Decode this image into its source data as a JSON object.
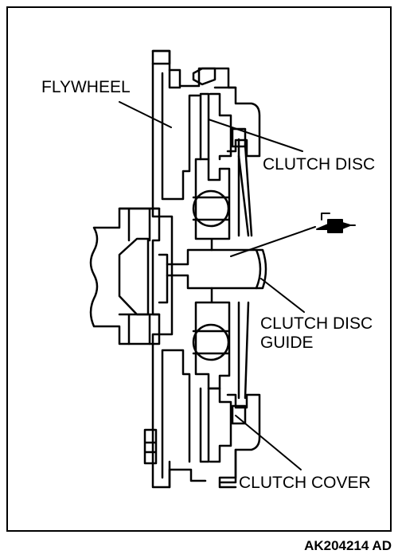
{
  "labels": {
    "flywheel": "FLYWHEEL",
    "clutch_disc": "CLUTCH DISC",
    "clutch_disc_guide_line1": "CLUTCH DISC",
    "clutch_disc_guide_line2": "GUIDE",
    "clutch_cover": "CLUTCH COVER"
  },
  "figure_code": "AK204214 AD",
  "icons": {
    "grease_gun": "grease-gun-icon"
  }
}
